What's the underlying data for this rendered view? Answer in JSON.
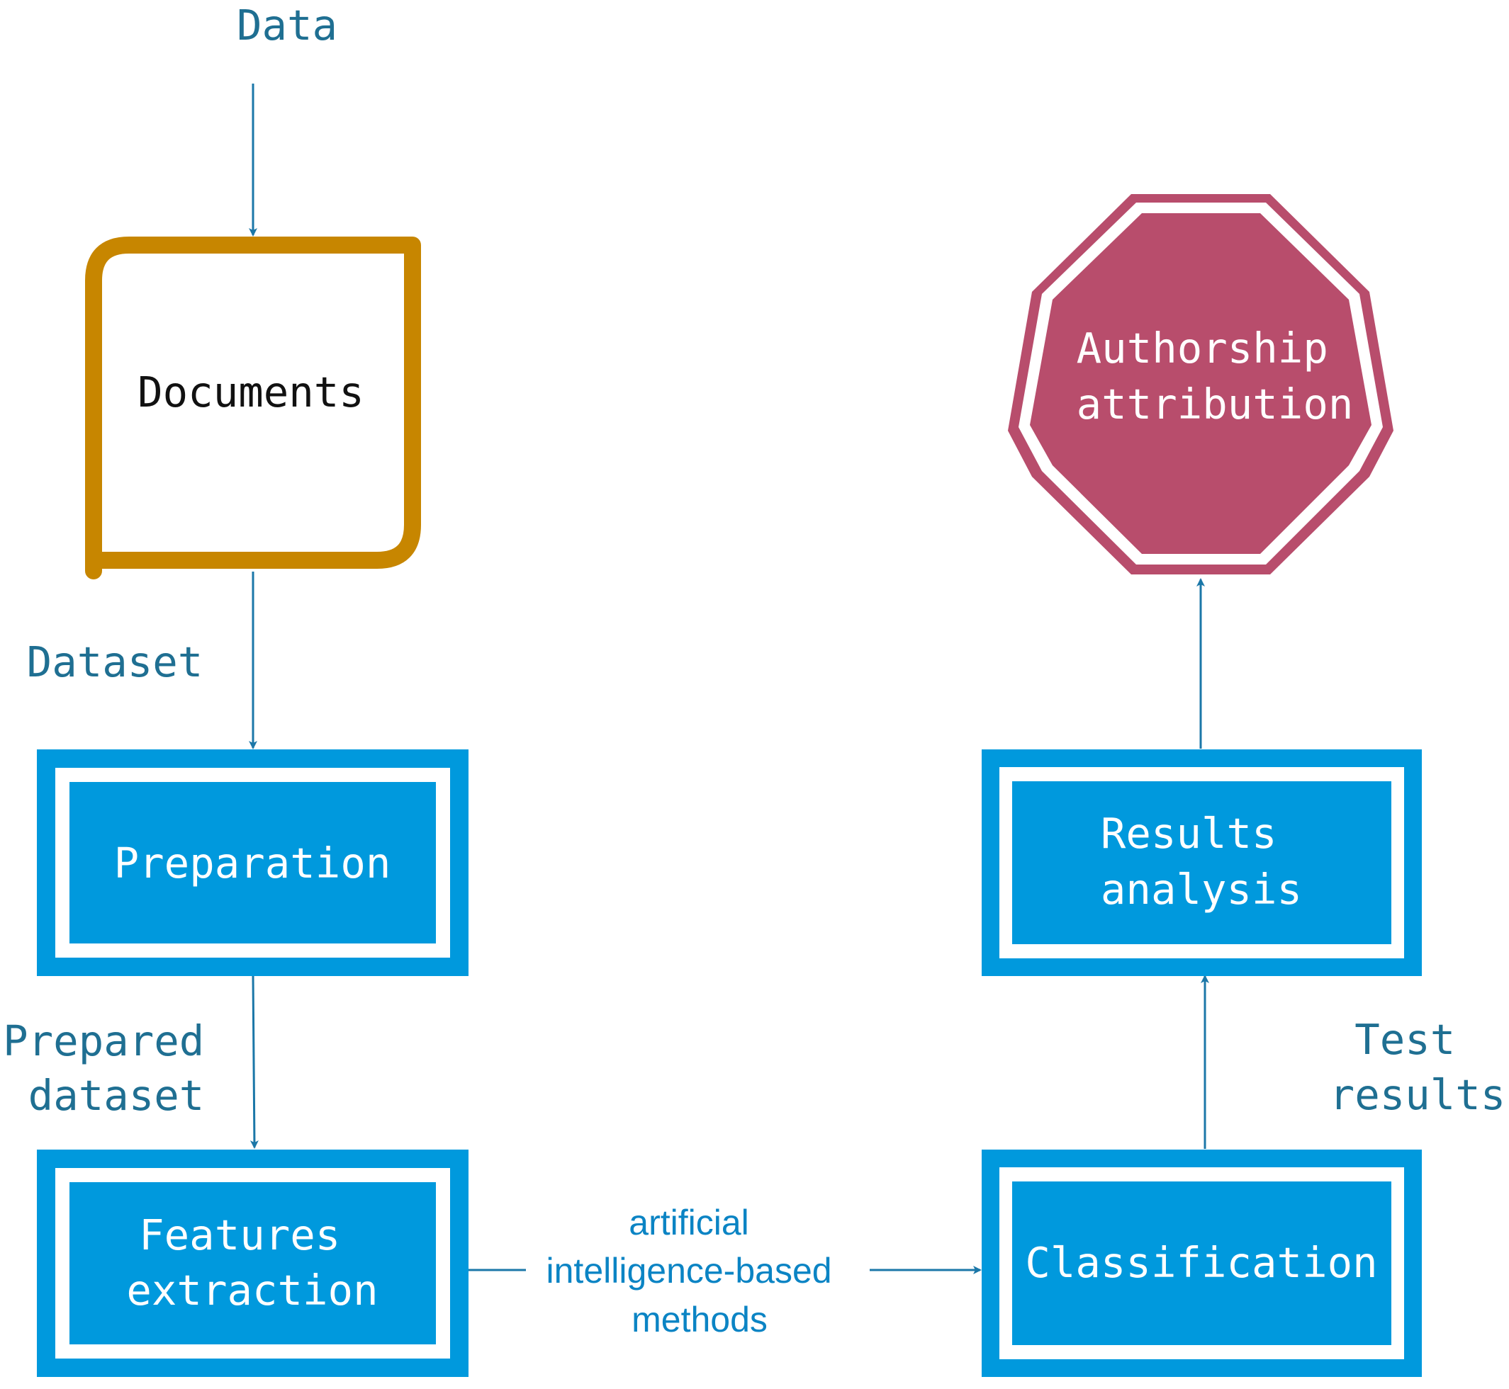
{
  "colors": {
    "connector": "#1b77a8",
    "flow_label": "#1f6f92",
    "process_fill": "#0099dd",
    "process_text": "#ffffff",
    "document_border": "#c78600",
    "document_text": "#111111",
    "terminal_fill": "#b84d6c",
    "terminal_text": "#ffffff",
    "method_label": "#0b84c4"
  },
  "flow_labels": {
    "data": "Data",
    "dataset": "Dataset",
    "prepared_dataset": [
      "Prepared",
      "dataset"
    ],
    "test_results": [
      "Test",
      "results"
    ],
    "ai_methods": [
      "artificial",
      "intelligence-based",
      "methods"
    ]
  },
  "nodes": {
    "documents": "Documents",
    "preparation": "Preparation",
    "features_extraction": [
      "Features",
      "extraction"
    ],
    "classification": "Classification",
    "results_analysis": [
      "Results",
      "analysis"
    ],
    "authorship_attribution": [
      "Authorship",
      "attribution"
    ]
  }
}
